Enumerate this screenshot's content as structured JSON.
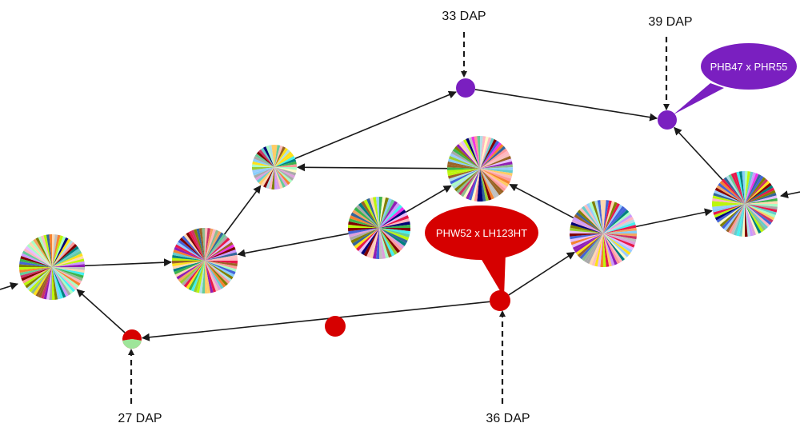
{
  "colors": {
    "edge": "#1a1a1a",
    "red": "#d60000",
    "purple": "#7a1fc0",
    "light_green": "#9ee59a",
    "pie_palette": [
      "#e6194b",
      "#3cb44b",
      "#ffe119",
      "#4363d8",
      "#f58231",
      "#911eb4",
      "#46f0f0",
      "#f032e6",
      "#bcf60c",
      "#fabebe",
      "#008080",
      "#e6beff",
      "#9a6324",
      "#fffac8",
      "#800000",
      "#aaffc3",
      "#808000",
      "#ffd8b1",
      "#000075",
      "#a9a9a9",
      "#c0c0c0",
      "#ff9999",
      "#99ccff",
      "#66cc99",
      "#cc99ff",
      "#ffcc66",
      "#336699",
      "#cc3366",
      "#66cccc",
      "#99cc33",
      "#f4a460",
      "#b0e0e6",
      "#dda0dd",
      "#8fbc8f",
      "#ffb6c1",
      "#87cefa"
    ]
  },
  "labels": {
    "dap_33": "33 DAP",
    "dap_39": "39 DAP",
    "dap_27": "27 DAP",
    "dap_36": "36 DAP"
  },
  "callouts": {
    "purple_cross": "PHB47 x PHR55",
    "red_cross": "PHW52 x LH123HT"
  },
  "nodes": [
    {
      "id": "pie_far_left",
      "kind": "pie",
      "slices": 72
    },
    {
      "id": "pie_left_mid",
      "kind": "pie",
      "slices": 72
    },
    {
      "id": "pie_upper_left",
      "kind": "pie",
      "slices": 48
    },
    {
      "id": "pie_center",
      "kind": "pie",
      "slices": 60
    },
    {
      "id": "pie_upper_center",
      "kind": "pie",
      "slices": 70
    },
    {
      "id": "pie_right_mid",
      "kind": "pie",
      "slices": 72
    },
    {
      "id": "pie_far_right",
      "kind": "pie",
      "slices": 72
    },
    {
      "id": "node_27dap",
      "kind": "bicolor"
    },
    {
      "id": "node_red_mid",
      "kind": "solid",
      "color": "red"
    },
    {
      "id": "node_36dap",
      "kind": "solid",
      "color": "red"
    },
    {
      "id": "node_33dap",
      "kind": "solid",
      "color": "purple"
    },
    {
      "id": "node_39dap",
      "kind": "solid",
      "color": "purple"
    }
  ],
  "edges": [
    {
      "from": "pie_far_left",
      "to": "pie_left_mid"
    },
    {
      "from": "pie_left_mid",
      "to": "pie_upper_left"
    },
    {
      "from": "pie_upper_left",
      "to": "node_33dap"
    },
    {
      "from": "node_33dap",
      "to": "node_39dap"
    },
    {
      "from": "pie_upper_center",
      "to": "pie_upper_left"
    },
    {
      "from": "pie_center",
      "to": "pie_upper_center"
    },
    {
      "from": "pie_center",
      "to": "pie_left_mid"
    },
    {
      "from": "pie_right_mid",
      "to": "pie_upper_center"
    },
    {
      "from": "pie_right_mid",
      "to": "pie_far_right"
    },
    {
      "from": "pie_far_right",
      "to": "node_39dap"
    },
    {
      "from": "node_36dap",
      "to": "pie_right_mid"
    },
    {
      "from": "node_36dap",
      "to": "node_27dap"
    },
    {
      "from": "node_27dap",
      "to": "pie_far_left"
    }
  ]
}
